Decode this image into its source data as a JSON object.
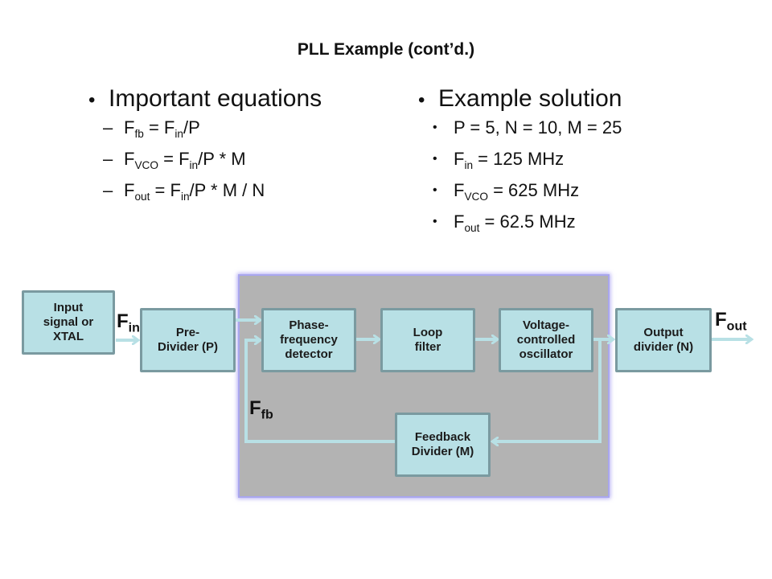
{
  "slide": {
    "title": "PLL Example (cont’d.)",
    "left_column": {
      "heading": "Important equations",
      "bullet": "•",
      "dash": "–",
      "equations": [
        {
          "lhs": "F",
          "lhs_sub": "fb",
          "eq": " = ",
          "rhs": "F",
          "rhs_sub": "in",
          "tail": "/P"
        },
        {
          "lhs": "F",
          "lhs_sub": "VCO",
          "eq": " = ",
          "rhs": "F",
          "rhs_sub": "in",
          "tail": "/P * M"
        },
        {
          "lhs": "F",
          "lhs_sub": "out",
          "eq": " = ",
          "rhs": "F",
          "rhs_sub": "in",
          "tail": "/P * M / N"
        }
      ]
    },
    "right_column": {
      "heading": "Example solution",
      "bullet": "•",
      "items": [
        {
          "text": "P = 5, N = 10, M = 25",
          "sym": "",
          "sub": ""
        },
        {
          "sym": "F",
          "sub": "in",
          "text": " = 125 MHz"
        },
        {
          "sym": "F",
          "sub": "VCO",
          "text": " = 625 MHz"
        },
        {
          "sym": "F",
          "sub": "out",
          "text": " = 62.5 MHz"
        }
      ]
    }
  },
  "diagram": {
    "colors": {
      "block_fill": "#b8e0e5",
      "block_border": "#7a9aa0",
      "wire": "#b8e0e5",
      "pll_panel": "#b3b3b3",
      "panel_glow": "#a9a6ee"
    },
    "blocks": {
      "input": "Input signal or XTAL",
      "pre_divider": "Pre- Divider (P)",
      "pfd": "Phase- frequency detector",
      "loop_filter": "Loop filter",
      "vco": "Voltage- controlled oscillator",
      "output_divider": "Output divider (N)",
      "feedback_divider": "Feedback Divider (M)"
    },
    "block_lines": {
      "input": [
        "Input",
        "signal or",
        "XTAL"
      ],
      "pre_divider": [
        "Pre-",
        "Divider (P)"
      ],
      "pfd": [
        "Phase-",
        "frequency",
        "detector"
      ],
      "loop_filter": [
        "Loop",
        "filter"
      ],
      "vco": [
        "Voltage-",
        "controlled",
        "oscillator"
      ],
      "output_divider": [
        "Output",
        "divider (N)"
      ],
      "feedback_divider": [
        "Feedback",
        "Divider (M)"
      ]
    },
    "signal_labels": {
      "fin": {
        "main": "F",
        "sub": "in"
      },
      "fout": {
        "main": "F",
        "sub": "out"
      },
      "ffb": {
        "main": "F",
        "sub": "fb"
      }
    }
  }
}
